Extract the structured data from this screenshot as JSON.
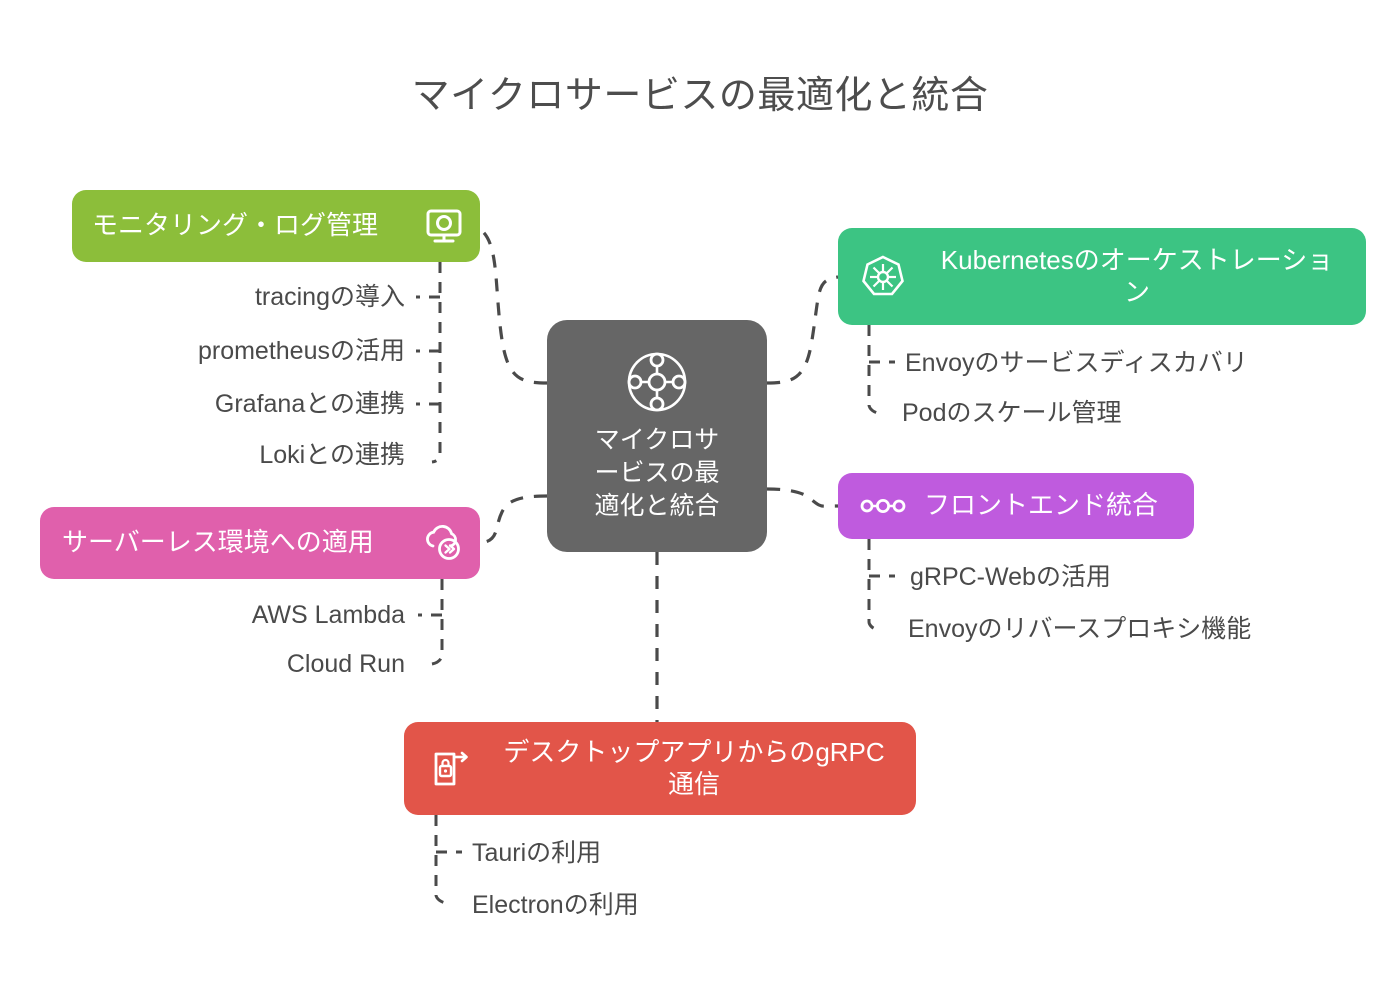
{
  "title": "マイクロサービスの最適化と統合",
  "colors": {
    "background": "#ffffff",
    "central": "#666666",
    "monitoring": "#8CBE3A",
    "serverless": "#E060AC",
    "kubernetes": "#3CC483",
    "frontend": "#BF5BDE",
    "desktop": "#E25549",
    "text": "#4a4a4a",
    "connector": "#4a4a4a"
  },
  "central": {
    "label": "マイクロサ\nービスの最\n適化と統合",
    "icon": "hub-network-icon"
  },
  "branches": [
    {
      "id": "monitoring",
      "label": "モニタリング・ログ管理",
      "icon": "monitor-display-icon",
      "color": "#8CBE3A",
      "children": [
        "tracingの導入",
        "prometheusの活用",
        "Grafanaとの連携",
        "Lokiとの連携"
      ]
    },
    {
      "id": "serverless",
      "label": "サーバーレス環境への適用",
      "icon": "cloud-fastforward-icon",
      "color": "#E060AC",
      "children": [
        "AWS Lambda",
        "Cloud Run"
      ]
    },
    {
      "id": "kubernetes",
      "label": "Kubernetesのオーケストレーショ\nン",
      "icon": "kubernetes-helm-icon",
      "color": "#3CC483",
      "children": [
        "Envoyのサービスディスカバリ",
        "Podのスケール管理"
      ]
    },
    {
      "id": "frontend",
      "label": "フロントエンド統合",
      "icon": "three-nodes-link-icon",
      "color": "#BF5BDE",
      "children": [
        "gRPC-Webの活用",
        "Envoyのリバースプロキシ機能"
      ]
    },
    {
      "id": "desktop",
      "label": "デスクトップアプリからのgRPC\n通信",
      "icon": "document-lock-arrow-icon",
      "color": "#E25549",
      "children": [
        "Tauriの利用",
        "Electronの利用"
      ]
    }
  ]
}
